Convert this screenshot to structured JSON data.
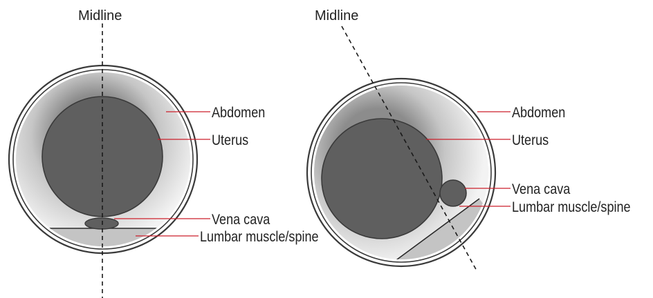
{
  "panels": [
    {
      "midline_label": "Midline",
      "labels": {
        "abdomen": "Abdomen",
        "uterus": "Uterus",
        "vena_cava": "Vena cava",
        "lumbar": "Lumbar muscle/spine"
      }
    },
    {
      "midline_label": "Midline",
      "labels": {
        "abdomen": "Abdomen",
        "uterus": "Uterus",
        "vena_cava": "Vena cava",
        "lumbar": "Lumbar muscle/spine"
      }
    }
  ],
  "colors": {
    "outline": "#3a3a3a",
    "abdomen_fill_edge": "#f3f3f3",
    "abdomen_fill_shadow": "#8c8c8c",
    "uterus": "#5f5f5f",
    "vena_cava": "#5f5f5f",
    "spine": "#c4c4c4",
    "leader_lines": "#cc1f2a"
  }
}
